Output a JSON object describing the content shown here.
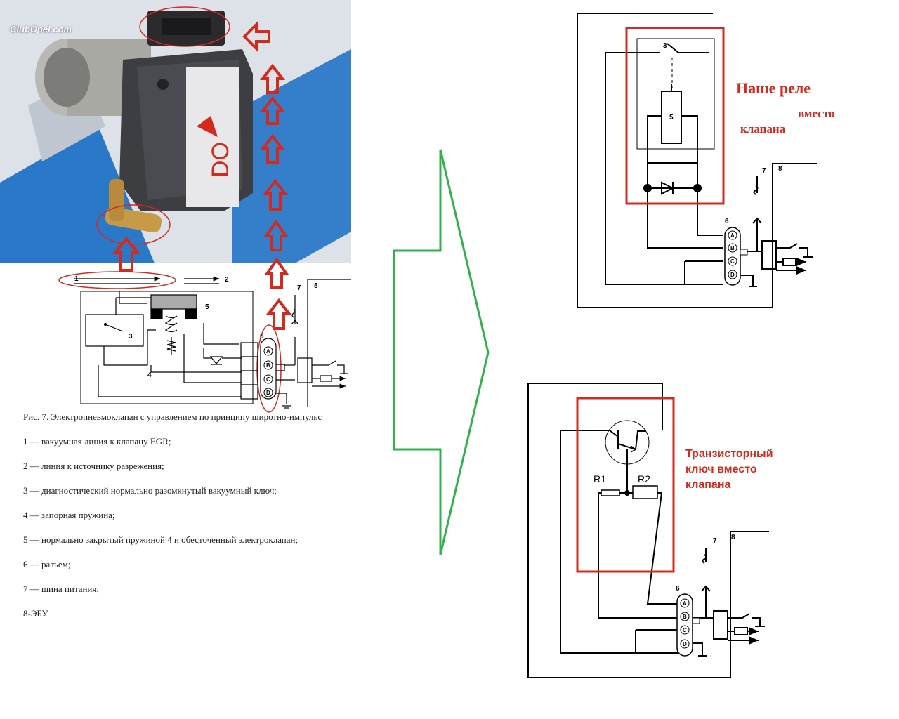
{
  "photo": {
    "watermark": "ClubOpel.com",
    "sticker_text": "DO"
  },
  "caption": {
    "title": "Рис. 7. Электропневмоклапан с управлением по принципу широтно-импульс",
    "items": [
      "1 — вакуумная линия к клапану EGR;",
      "2 — линия к источнику разрежения;",
      "3 — диагностический нормально разомкнутый вакуумный ключ;",
      "4 — запорная пружина;",
      "5 — нормально закрытый пружиной 4 и обесточенный электроклапан;",
      "6 — разъем;",
      "7 — шина питания;",
      "8-ЭБУ"
    ]
  },
  "diagram_orig": {
    "numbers": [
      "1",
      "2",
      "3",
      "4",
      "5",
      "6",
      "7",
      "8"
    ],
    "pins": [
      "A",
      "B",
      "C",
      "D"
    ]
  },
  "diagram_relay": {
    "label_title": "Наше реле",
    "label_line2": "вместо",
    "label_line3": "клапана",
    "numbers": [
      "3",
      "5",
      "6",
      "7",
      "8"
    ],
    "pins": [
      "A",
      "B",
      "C",
      "D"
    ]
  },
  "diagram_transistor": {
    "label_line1": "Транзисторный",
    "label_line2": "ключ вместо",
    "label_line3": "клапана",
    "r1": "R1",
    "r2": "R2",
    "numbers": [
      "6",
      "7",
      "8"
    ],
    "pins": [
      "A",
      "B",
      "C",
      "D"
    ]
  },
  "colors": {
    "highlight": "#d42a1e",
    "arrow": "#2fb24a",
    "wire": "#000000"
  }
}
